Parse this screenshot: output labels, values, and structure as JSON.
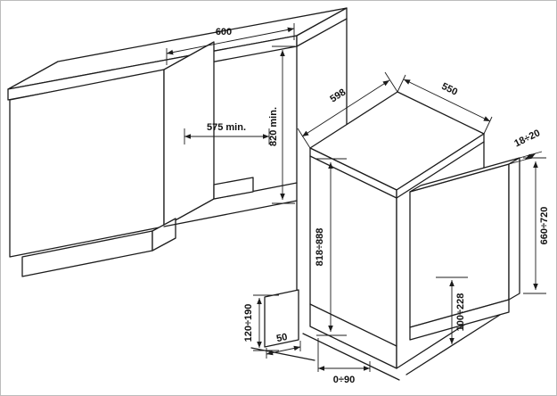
{
  "meta": {
    "background": "#ffffff",
    "line_color": "#1c1c1c"
  },
  "dims": {
    "niche_width": "600",
    "niche_depth": "575 min.",
    "niche_height": "820 min.",
    "body_depth": "598",
    "body_width": "550",
    "body_height": "818÷888",
    "panel_thickness": "18÷20",
    "panel_height": "660÷720",
    "base_clearance": "100÷228",
    "plinth_height": "120÷190",
    "plinth_depth": "50",
    "rear_adjust": "0÷90"
  }
}
